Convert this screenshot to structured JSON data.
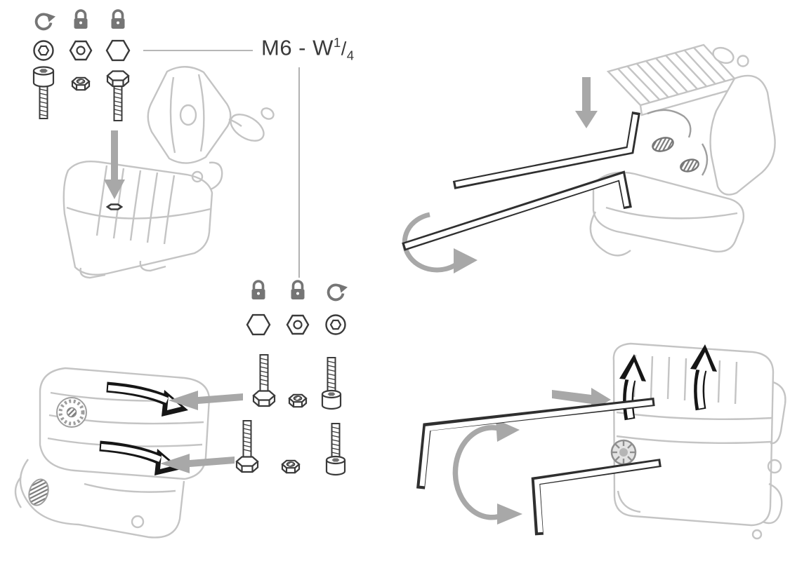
{
  "document": {
    "size_label": {
      "prefix": "M6 - W",
      "numerator": "1",
      "slash": "/",
      "denominator": "4"
    }
  },
  "colors": {
    "background": "#ffffff",
    "dark_line": "#3a3a3a",
    "light_line": "#c4c4c4",
    "gray_arrow": "#a8a8a8",
    "icon_gray": "#757575"
  },
  "panels": {
    "top_left": {
      "icons": [
        {
          "name": "rotate-icon"
        },
        {
          "name": "lock-icon"
        },
        {
          "name": "lock-icon"
        }
      ],
      "symbols": [
        {
          "name": "socket-drive-symbol"
        },
        {
          "name": "hex-nut-symbol"
        },
        {
          "name": "hex-head-symbol"
        }
      ],
      "fasteners": [
        {
          "name": "socket-head-cap-screw"
        },
        {
          "name": "hex-nut"
        },
        {
          "name": "hex-bolt"
        }
      ]
    },
    "top_right": {
      "tools": [
        {
          "name": "hex-key"
        },
        {
          "name": "hex-key"
        }
      ]
    },
    "bottom_left": {
      "icons": [
        {
          "name": "lock-icon"
        },
        {
          "name": "lock-icon"
        },
        {
          "name": "rotate-icon"
        }
      ],
      "symbols": [
        {
          "name": "hex-head-symbol"
        },
        {
          "name": "hex-nut-symbol"
        },
        {
          "name": "socket-drive-symbol"
        }
      ],
      "fasteners": [
        {
          "name": "hex-bolt"
        },
        {
          "name": "hex-nut"
        },
        {
          "name": "socket-head-cap-screw"
        },
        {
          "name": "hex-bolt"
        },
        {
          "name": "hex-nut"
        },
        {
          "name": "socket-head-cap-screw"
        }
      ]
    },
    "bottom_right": {
      "tools": [
        {
          "name": "hex-key"
        },
        {
          "name": "hex-key"
        }
      ]
    }
  }
}
